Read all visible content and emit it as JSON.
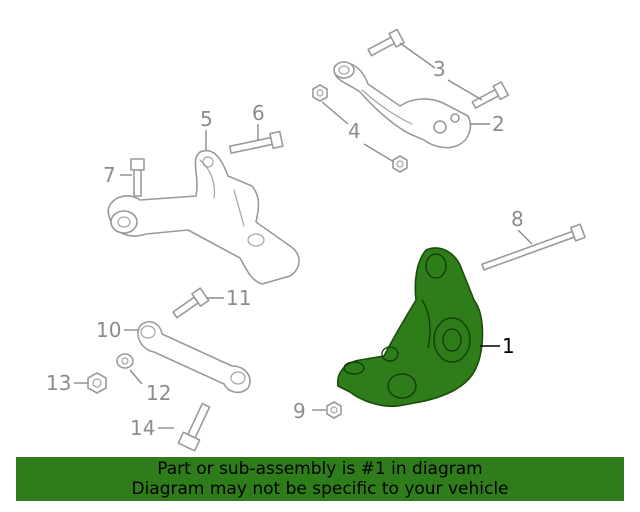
{
  "diagram": {
    "callouts": {
      "c1": "1",
      "c2": "2",
      "c3": "3",
      "c4": "4",
      "c5": "5",
      "c6": "6",
      "c7": "7",
      "c8": "8",
      "c9": "9",
      "c10": "10",
      "c11": "11",
      "c12": "12",
      "c13": "13",
      "c14": "14"
    },
    "highlighted_part": "1",
    "highlight_color": "#2e7d1a",
    "outline_color": "#9a9a9a"
  },
  "banner": {
    "line1": "Part or sub-assembly is #1 in diagram",
    "line2": "Diagram may not be specific to your vehicle",
    "background": "#2e7d1a"
  }
}
